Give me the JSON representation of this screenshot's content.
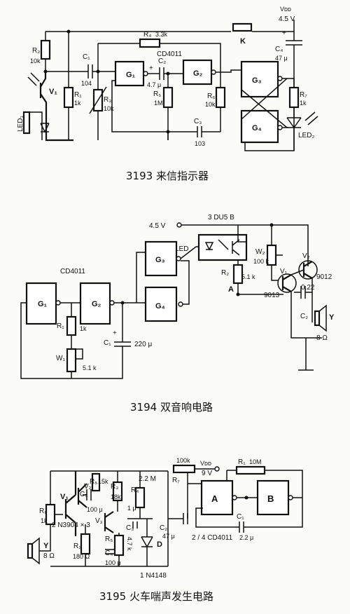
{
  "circuit_3193": {
    "caption": "3193 来信指示器",
    "supply_label": "Vᴅᴅ",
    "supply_voltage": "4.5 V",
    "chip": "CD4011",
    "gates": [
      "G₁",
      "G₂",
      "G₃",
      "G₄"
    ],
    "components": {
      "R2": "R₂",
      "R2_val": "10k",
      "V1": "V₁",
      "LED1": "LED₁",
      "C1": "C₁",
      "C1_val": "104",
      "R1": "R₁",
      "R1_val": "1k",
      "R3": "R₃",
      "R3_val": "10k",
      "R4": "R₄",
      "R4_val": "3.3k",
      "C2": "C₂",
      "C2_val": "4.7 μ",
      "R5": "R₅",
      "R5_val": "1M",
      "R6": "R₆",
      "R6_val": "10k",
      "C3": "C₃",
      "C3_val": "103",
      "K": "K",
      "C4": "C₄",
      "C4_val": "47 μ",
      "R7": "R₇",
      "R7_val": "1k",
      "LED2": "LED₂"
    }
  },
  "circuit_3194": {
    "caption": "3194 双音响电路",
    "supply_voltage": "4.5 V",
    "optocoupler": "3 DU5 B",
    "led_label": "LED",
    "chip": "CD4011",
    "gates": [
      "G₁",
      "G₂",
      "G₃",
      "G₄"
    ],
    "components": {
      "R1": "R₁",
      "R1_val": "1k",
      "W1": "W₁",
      "W1_val": "5.1 k",
      "C1": "C₁",
      "C1_val": "220 μ",
      "R2": "R₂",
      "R2_val": "5.1 k",
      "A": "A",
      "W2": "W₂",
      "W2_val": "100 k",
      "V1": "V₁",
      "V1_type": "9013",
      "V2": "V₂",
      "V2_type": "9012",
      "C2": "C₂",
      "C2_val": "0.22",
      "Y": "Y",
      "Y_val": "8 Ω"
    }
  },
  "circuit_3195": {
    "caption": "3195 火车喘声发生电路",
    "supply_label": "Vᴅᴅ",
    "supply_voltage": "9 V",
    "transistor_note": "2 N3904 × 3",
    "chip_note": "2 / 4 CD4011",
    "gates": [
      "A",
      "B"
    ],
    "components": {
      "R8": "R₈",
      "R8_val": "1k",
      "Y": "Y",
      "Y_val": "8 Ω",
      "V1": "V₁",
      "V2": "V₂",
      "V3": "V₃",
      "R5_top": "R₅",
      "R5_top_val": "15k",
      "C5": "C₅",
      "C5_val": "100 μ",
      "R3": "R₃",
      "R3_val": "18k",
      "R2_top": "2.2 M",
      "R4_small": "R₄",
      "C3": "C₃",
      "C3_val": "1 μ",
      "R2": "R₂",
      "R2_val": "180 Ω",
      "R5": "R₅",
      "R5_note": "4.7 k",
      "C4": "C₄",
      "C4_val": "100 μ",
      "D": "D",
      "D_type": "1 N4148",
      "C2": "C₂",
      "C2_val": "47 μ",
      "pot_val": "100k",
      "R7": "R₇",
      "R1": "R₁",
      "R1_val": "10M",
      "C1": "C₁",
      "C1_val": "2.2 μ"
    }
  }
}
